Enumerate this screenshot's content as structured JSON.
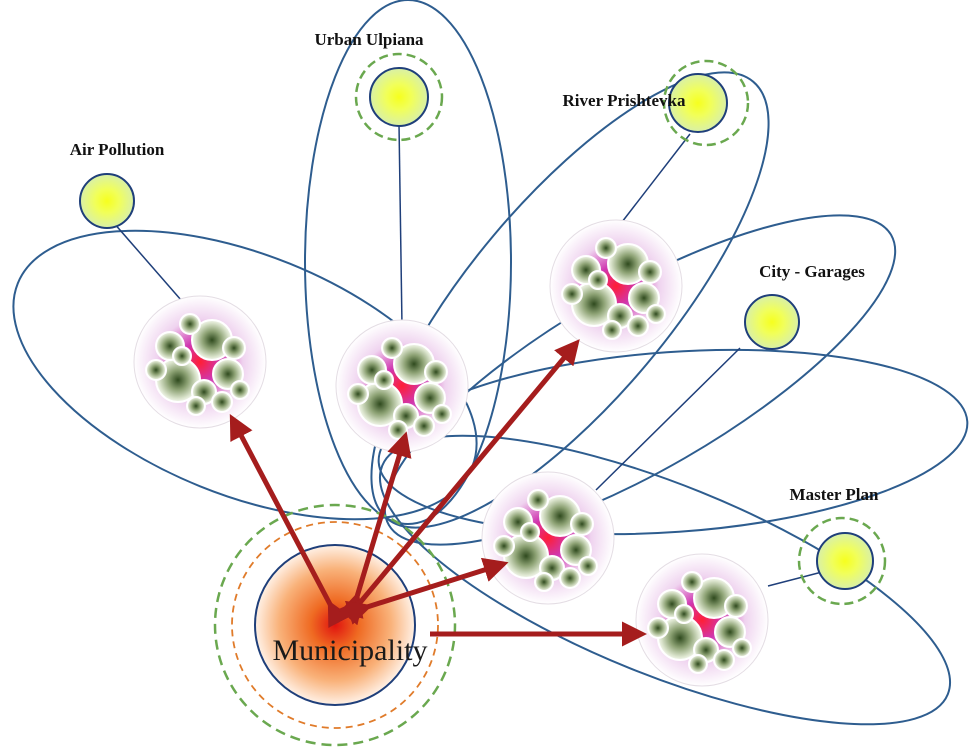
{
  "center": {
    "label": "Municipality"
  },
  "topics": [
    {
      "id": "air-pollution",
      "label": "Air Pollution",
      "dashed_ring": false
    },
    {
      "id": "urban-ulpiana",
      "label": "Urban Ulpiana",
      "dashed_ring": true
    },
    {
      "id": "river-prishtevka",
      "label": "River Prishtevka",
      "dashed_ring": true
    },
    {
      "id": "city-garages",
      "label": "City - Garages",
      "dashed_ring": false
    },
    {
      "id": "master-plan",
      "label": "Master Plan",
      "dashed_ring": true
    }
  ],
  "colors": {
    "ellipse_stroke": "#2e5d8f",
    "arrow": "#a51d1d",
    "dashed_ring_green": "#6aa84f",
    "dashed_ring_orange": "#e07b2a",
    "topic_node_core": "#f3ff20",
    "topic_node_stroke": "#1f3f7a"
  }
}
